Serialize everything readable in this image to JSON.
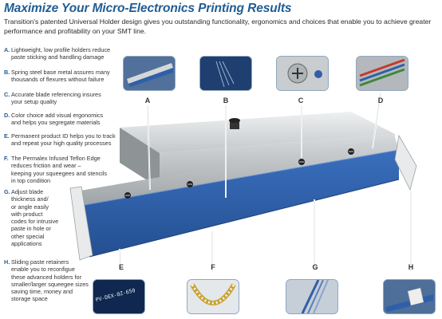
{
  "title": "Maximize Your Micro-Electronics Printing Results",
  "intro": "Transition's patented Universal Holder design gives you outstanding functionality, ergonomics and choices that enable you to achieve greater performance and profitability on your SMT line.",
  "features": [
    {
      "letter": "A.",
      "lines": [
        "Lightweight, low profile holders reduce",
        "paste sticking and handling damage"
      ]
    },
    {
      "letter": "B.",
      "lines": [
        "Spring steel base metal assures many",
        "thousands of flexures without failure"
      ]
    },
    {
      "letter": "C.",
      "lines": [
        "Accurate blade referencing insures",
        "your setup quality"
      ]
    },
    {
      "letter": "D.",
      "lines": [
        "Color choice add visual ergonomics",
        "and helps you segregate materials"
      ]
    },
    {
      "letter": "E.",
      "lines": [
        "Permanent product ID helps you to track",
        "and repeat your high quality processes"
      ]
    },
    {
      "letter": "F.",
      "lines": [
        "The Permalex Infused Teflon Edge",
        "reduces friction and wear –",
        "keeping your squeegees and stencils",
        "in top condition"
      ]
    },
    {
      "letter": "G.",
      "lines": [
        "Adjust blade",
        "thickness and/",
        "or angle easily",
        "with product",
        "codes for intrusive",
        "paste in hole or",
        "other special",
        "applications"
      ]
    },
    {
      "letter": "H.",
      "lines": [
        "Sliding paste retainers",
        "enable you to reconfigue",
        "these advanced holders for",
        "smaller/larger squeegee sizes",
        "saving time, money and",
        "storage space"
      ]
    }
  ],
  "callouts": {
    "A": "A",
    "B": "B",
    "C": "C",
    "D": "D",
    "E": "E",
    "F": "F",
    "G": "G",
    "H": "H"
  },
  "product_id_text": "PV-DEX-0Z-650",
  "colors": {
    "title": "#1f5d93",
    "blade_blue": "#2f5fa8",
    "holder_metal": "#b9bcbe",
    "callout_frame": "#8fa7bf"
  },
  "icons": {
    "A": "holder-closeup-image",
    "B": "spring-steel-base-image",
    "C": "blade-screw-image",
    "D": "colored-blades-image",
    "E": "product-id-label-image",
    "F": "teflon-edge-image",
    "G": "blade-thickness-image",
    "H": "paste-retainer-image"
  }
}
